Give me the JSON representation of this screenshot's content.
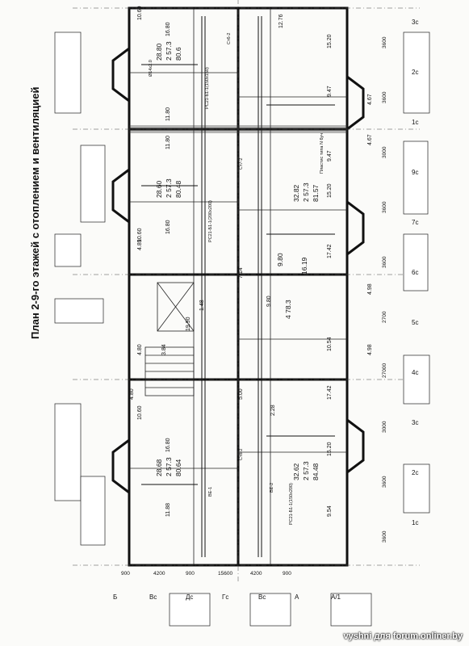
{
  "title": "План 2-9-го этажей с отоплением и вентиляцией",
  "watermark": "vyshni для forum.onliner.by",
  "room_values": [
    "28.80",
    "2 57.3",
    "80.6",
    "28.60",
    "2 57.3",
    "80.48",
    "28.68",
    "2 57.3",
    "80.64",
    "32.82",
    "2 57.3",
    "81.57",
    "32.62",
    "2 57.3",
    "84.48",
    "4 78.3",
    "9.80",
    "16.19"
  ],
  "area_labels": [
    "10.60",
    "16.80",
    "11.80",
    "11.80",
    "16.80",
    "10.60",
    "19.90",
    "10.60",
    "16.80",
    "11.88",
    "12.76",
    "15.20",
    "9.47",
    "9.47",
    "15.20",
    "17.42",
    "9.80",
    "10.54",
    "17.42",
    "15.20",
    "9.54",
    "2.28",
    "4.80",
    "4.80",
    "4.89",
    "4.67",
    "4.67",
    "4.98",
    "4.98",
    "3.84",
    "5.00",
    "7.14",
    "1.48"
  ],
  "equipment_labels": [
    "Ø14x2.0",
    "РС21-Б1-1(150х150)",
    "РС21-Б1-1(200х200)",
    "Пластис типа N 6уч",
    "Ст6-2",
    "Ст7-2",
    "Ст8-2",
    "ВЕ-1",
    "ВЕ-2",
    "РС21-Б1-1(150х200)"
  ],
  "axis_left": [
    "Б",
    "Вс",
    "Дс",
    "Гс",
    "Вс",
    "А",
    "А/1"
  ],
  "axis_right": [
    "3с",
    "2с",
    "1с",
    "9с",
    "7с",
    "6с",
    "5с",
    "4с",
    "3с",
    "2с",
    "1с"
  ],
  "dims_left": [
    "900",
    "4200",
    "900",
    "15600",
    "4200",
    "900"
  ],
  "dims_right": [
    "3600",
    "3600",
    "3000",
    "3600",
    "3600",
    "2700",
    "27000",
    "3000",
    "3600",
    "3600"
  ]
}
